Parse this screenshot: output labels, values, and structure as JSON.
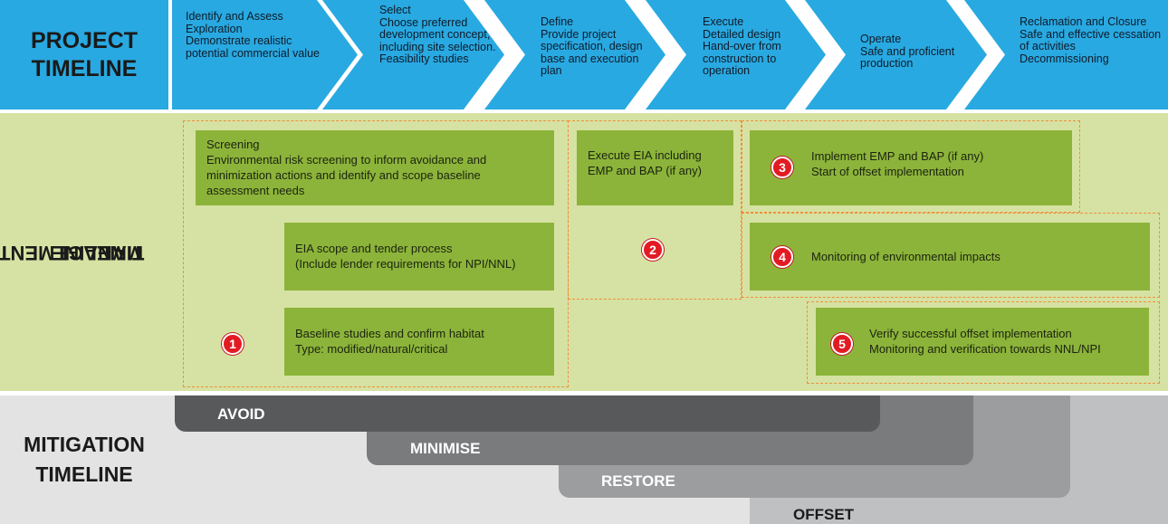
{
  "project": {
    "label_line1": "PROJECT",
    "label_line2": "TIMELINE",
    "phases": [
      {
        "title": "Identify and Assess Exploration",
        "text": "Demonstrate realistic potential commercial value"
      },
      {
        "title": "Select",
        "text": "Choose preferred development concept, including site selection. Feasibility studies"
      },
      {
        "title": "Define",
        "text": "Provide project specification, design base and execution plan"
      },
      {
        "title": "Execute",
        "text": "Detailed design Hand-over from construction to operation"
      },
      {
        "title": "Operate",
        "text": "Safe and proficient production"
      },
      {
        "title": "Reclamation and Closure",
        "text": "Safe and effective cessation of activities Decommissioning"
      }
    ]
  },
  "management": {
    "label_line1": "MANAGEMENT",
    "label_line2": "TIMELINE",
    "screening_title": "Screening",
    "screening_text": "Environmental risk screening to inform avoidance and minimization actions and identify and scope baseline assessment needs",
    "eia_scope_line1": "EIA scope and tender process",
    "eia_scope_line2": "(Include lender requirements for NPI/NNL)",
    "baseline_line1": "Baseline studies and confirm habitat",
    "baseline_line2": "Type: modified/natural/critical",
    "execute_eia": "Execute EIA including EMP and BAP (if any)",
    "implement_line1": "Implement EMP and BAP (if any)",
    "implement_line2": "Start of offset implementation",
    "monitoring": "Monitoring of environmental impacts",
    "verify_line1": "Verify successful offset implementation",
    "verify_line2": "Monitoring and verification towards NNL/NPI",
    "badges": [
      "1",
      "2",
      "3",
      "4",
      "5"
    ]
  },
  "mitigation": {
    "label_line1": "MITIGATION",
    "label_line2": "TIMELINE",
    "steps": [
      "AVOID",
      "MINIMISE",
      "RESTORE",
      "OFFSET"
    ],
    "colors": [
      "#58595b",
      "#7a7b7d",
      "#9c9d9f",
      "#bfc0c2"
    ]
  },
  "colors": {
    "project_blue": "#29a9e1",
    "management_band": "#d6e2a3",
    "box_green": "#8cb43a",
    "dash_orange": "#ef8e3b",
    "badge_red": "#e21b23"
  }
}
